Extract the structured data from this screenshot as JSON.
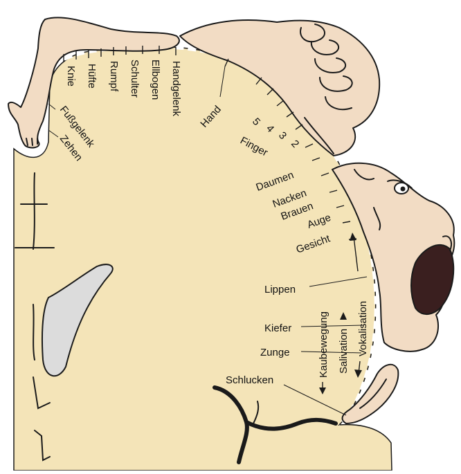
{
  "colors": {
    "cortex": "#f4e4b8",
    "skin": "#f2dcc4",
    "ventricle": "#dcdcdc",
    "ink": "#1a1a1a"
  },
  "labels": {
    "zehen": "Zehen",
    "fussgelenk": "Fußgelenk",
    "knie": "Knie",
    "huefte": "Hüfte",
    "rumpf": "Rumpf",
    "schulter": "Schulter",
    "ellbogen": "Ellbogen",
    "handgelenk": "Handgelenk",
    "hand": "Hand",
    "finger_5": "5",
    "finger_4": "4",
    "finger_3": "3",
    "finger_2": "2",
    "finger": "Finger",
    "daumen": "Daumen",
    "nacken": "Nacken",
    "brauen": "Brauen",
    "auge": "Auge",
    "gesicht": "Gesicht",
    "lippen": "Lippen",
    "kiefer": "Kiefer",
    "zunge": "Zunge",
    "schlucken": "Schlucken",
    "kaubewegung": "Kaubewegung",
    "salivation": "Salivation",
    "vokalisation": "Vokalisation"
  }
}
